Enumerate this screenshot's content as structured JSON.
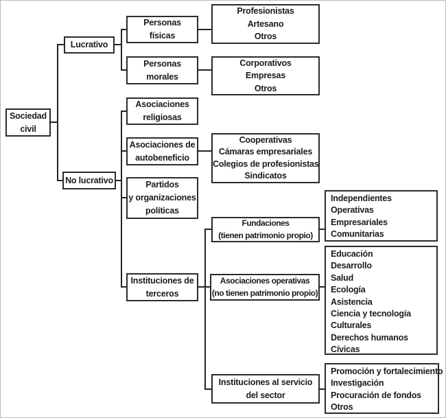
{
  "diagram": {
    "type": "tree",
    "root": "sociedad_civil",
    "nodes": {
      "sociedad_civil": {
        "lines": [
          "Sociedad",
          "civil"
        ],
        "children": [
          "lucrativo",
          "no_lucrativo"
        ]
      },
      "lucrativo": {
        "lines": [
          "Lucrativo"
        ],
        "children": [
          "personas_fisicas",
          "personas_morales"
        ]
      },
      "no_lucrativo": {
        "lines": [
          "No lucrativo"
        ],
        "children": [
          "asociaciones_religiosas",
          "asociaciones_autobeneficio",
          "partidos_politicos",
          "instituciones_terceros"
        ]
      },
      "personas_fisicas": {
        "lines": [
          "Personas",
          "físicas"
        ],
        "children": [
          "tipos_personas_fisicas"
        ]
      },
      "personas_morales": {
        "lines": [
          "Personas",
          "morales"
        ],
        "children": [
          "tipos_personas_morales"
        ]
      },
      "tipos_personas_fisicas": {
        "lines": [
          "Profesionistas",
          "Artesano",
          "Otros"
        ],
        "children": []
      },
      "tipos_personas_morales": {
        "lines": [
          "Corporativos",
          "Empresas",
          "Otros"
        ],
        "children": []
      },
      "asociaciones_religiosas": {
        "lines": [
          "Asociaciones",
          "religiosas"
        ],
        "children": []
      },
      "asociaciones_autobeneficio": {
        "lines": [
          "Asociaciones de",
          "autobeneficio"
        ],
        "children": [
          "tipos_autobeneficio"
        ]
      },
      "tipos_autobeneficio": {
        "lines": [
          "Cooperativas",
          "Cámaras empresariales",
          "Colegios de profesionistas",
          "Sindicatos"
        ],
        "children": []
      },
      "partidos_politicos": {
        "lines": [
          "Partidos",
          "y organizaciones",
          "políticas"
        ],
        "children": []
      },
      "instituciones_terceros": {
        "lines": [
          "Instituciones de",
          "terceros"
        ],
        "children": [
          "fundaciones",
          "asociaciones_operativas",
          "instituciones_servicio"
        ]
      },
      "fundaciones": {
        "lines": [
          "Fundaciones",
          "(tienen patrimonio propio)"
        ],
        "children": [
          "tipos_fundaciones"
        ]
      },
      "tipos_fundaciones": {
        "lines": [
          "Independientes",
          "Operativas",
          "Empresariales",
          "Comunitarias"
        ],
        "children": []
      },
      "asociaciones_operativas": {
        "lines": [
          "Asociaciones operativas",
          "(no tienen patrimonio propio)"
        ],
        "children": [
          "ambitos_asociaciones_operativas"
        ]
      },
      "ambitos_asociaciones_operativas": {
        "lines": [
          "Educación",
          "Desarrollo",
          "Salud",
          "Ecología",
          "Asistencia",
          "Ciencia y tecnología",
          "Culturales",
          "Derechos humanos",
          "Cívicas"
        ],
        "children": []
      },
      "instituciones_servicio": {
        "lines": [
          "Instituciones al servicio",
          "del sector"
        ],
        "children": [
          "actividades_servicio_sector"
        ]
      },
      "actividades_servicio_sector": {
        "lines": [
          "Promoción y fortalecimiento",
          "Investigación",
          "Procuración de fondos",
          "Otros"
        ],
        "children": []
      }
    },
    "line_color": "#232323",
    "box_background": "#ffffff"
  }
}
